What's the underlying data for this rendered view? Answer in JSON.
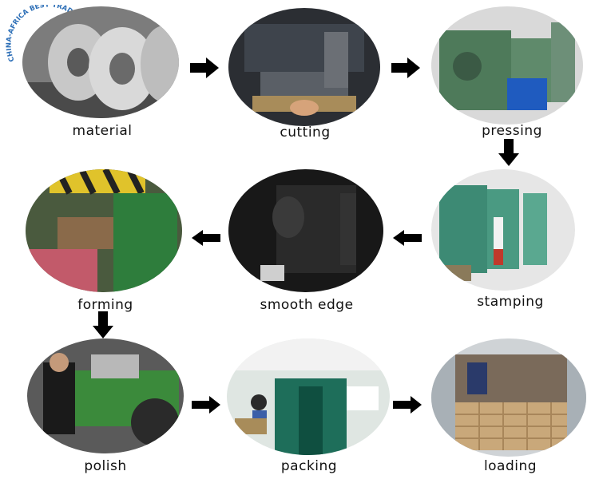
{
  "watermark": {
    "text": "CHINA-AFRICA BEST TRADING PLATFORM"
  },
  "steps": [
    {
      "label": "material"
    },
    {
      "label": "cutting"
    },
    {
      "label": "pressing"
    },
    {
      "label": "forming"
    },
    {
      "label": "smooth edge"
    },
    {
      "label": "stamping"
    },
    {
      "label": "polish"
    },
    {
      "label": "packing"
    },
    {
      "label": "loading"
    }
  ],
  "colors": {
    "arrow": "#000000",
    "label": "#111111",
    "logo_blue": "#2d6fb7",
    "logo_orange": "#f2a23a"
  }
}
